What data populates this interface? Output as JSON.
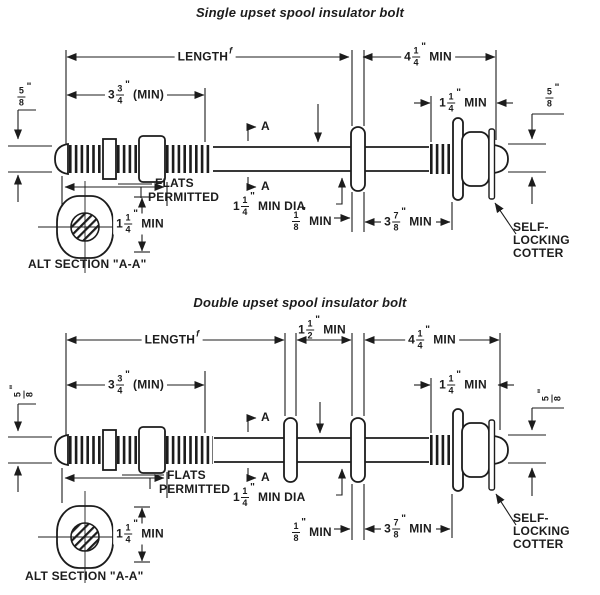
{
  "page": {
    "background": "#ffffff",
    "ink": "#1c1c1c"
  },
  "diagrams": [
    {
      "title": "Single upset spool insulator bolt",
      "labels": {
        "length": {
          "text": "LENGTH",
          "sup": "f"
        },
        "min_4_1_4": {
          "whole": "4",
          "num": "1",
          "den": "4",
          "unit": "\"",
          "suffix": "MIN"
        },
        "min_3_3_4": {
          "whole": "3",
          "num": "3",
          "den": "4",
          "unit": "\"",
          "suffix": "(MIN)"
        },
        "min_1_1_4_right": {
          "whole": "1",
          "num": "1",
          "den": "4",
          "unit": "\"",
          "suffix": "MIN"
        },
        "dia_5_8_left": {
          "num": "5",
          "den": "8",
          "unit": "\""
        },
        "dia_5_8_right": {
          "num": "5",
          "den": "8",
          "unit": "\""
        },
        "flats": {
          "line1": "FLATS",
          "line2": "PERMITTED"
        },
        "section_a_top": "A",
        "section_a_bottom": "A",
        "min_dia_1_1_4": {
          "whole": "1",
          "num": "1",
          "den": "4",
          "unit": "\"",
          "suffix": "MIN DIA"
        },
        "min_1_8": {
          "num": "1",
          "den": "8",
          "unit": "\"",
          "suffix": "MIN"
        },
        "min_3_7_8": {
          "whole": "3",
          "num": "7",
          "den": "8",
          "unit": "\"",
          "suffix": "MIN"
        },
        "section_min_1_1_4": {
          "whole": "1",
          "num": "1",
          "den": "4",
          "unit": "\"",
          "suffix": "MIN"
        },
        "alt_section": "ALT SECTION \"A-A\"",
        "cotter": {
          "line1": "SELF-",
          "line2": "LOCKING",
          "line3": "COTTER"
        }
      }
    },
    {
      "title": "Double upset spool insulator bolt",
      "labels": {
        "length": {
          "text": "LENGTH",
          "sup": "f"
        },
        "min_1_1_2": {
          "whole": "1",
          "num": "1",
          "den": "2",
          "unit": "\"",
          "suffix": "MIN"
        },
        "min_4_1_4": {
          "whole": "4",
          "num": "1",
          "den": "4",
          "unit": "\"",
          "suffix": "MIN"
        },
        "min_3_3_4": {
          "whole": "3",
          "num": "3",
          "den": "4",
          "unit": "\"",
          "suffix": "(MIN)"
        },
        "min_1_1_4_right": {
          "whole": "1",
          "num": "1",
          "den": "4",
          "unit": "\"",
          "suffix": "MIN"
        },
        "dia_5_8_left": {
          "num": "5",
          "den": "8",
          "unit": "\""
        },
        "dia_5_8_right": {
          "num": "5",
          "den": "8",
          "unit": "\""
        },
        "flats": {
          "line1": "FLATS",
          "line2": "PERMITTED"
        },
        "section_a_top": "A",
        "section_a_bottom": "A",
        "min_dia_1_1_4": {
          "whole": "1",
          "num": "1",
          "den": "4",
          "unit": "\"",
          "suffix": "MIN DIA"
        },
        "min_1_8": {
          "num": "1",
          "den": "8",
          "unit": "\"",
          "suffix": "MIN"
        },
        "min_3_7_8": {
          "whole": "3",
          "num": "7",
          "den": "8",
          "unit": "\"",
          "suffix": "MIN"
        },
        "section_min_1_1_4": {
          "whole": "1",
          "num": "1",
          "den": "4",
          "unit": "\"",
          "suffix": "MIN"
        },
        "alt_section": "ALT SECTION \"A-A\"",
        "cotter": {
          "line1": "SELF-",
          "line2": "LOCKING",
          "line3": "COTTER"
        }
      }
    }
  ]
}
